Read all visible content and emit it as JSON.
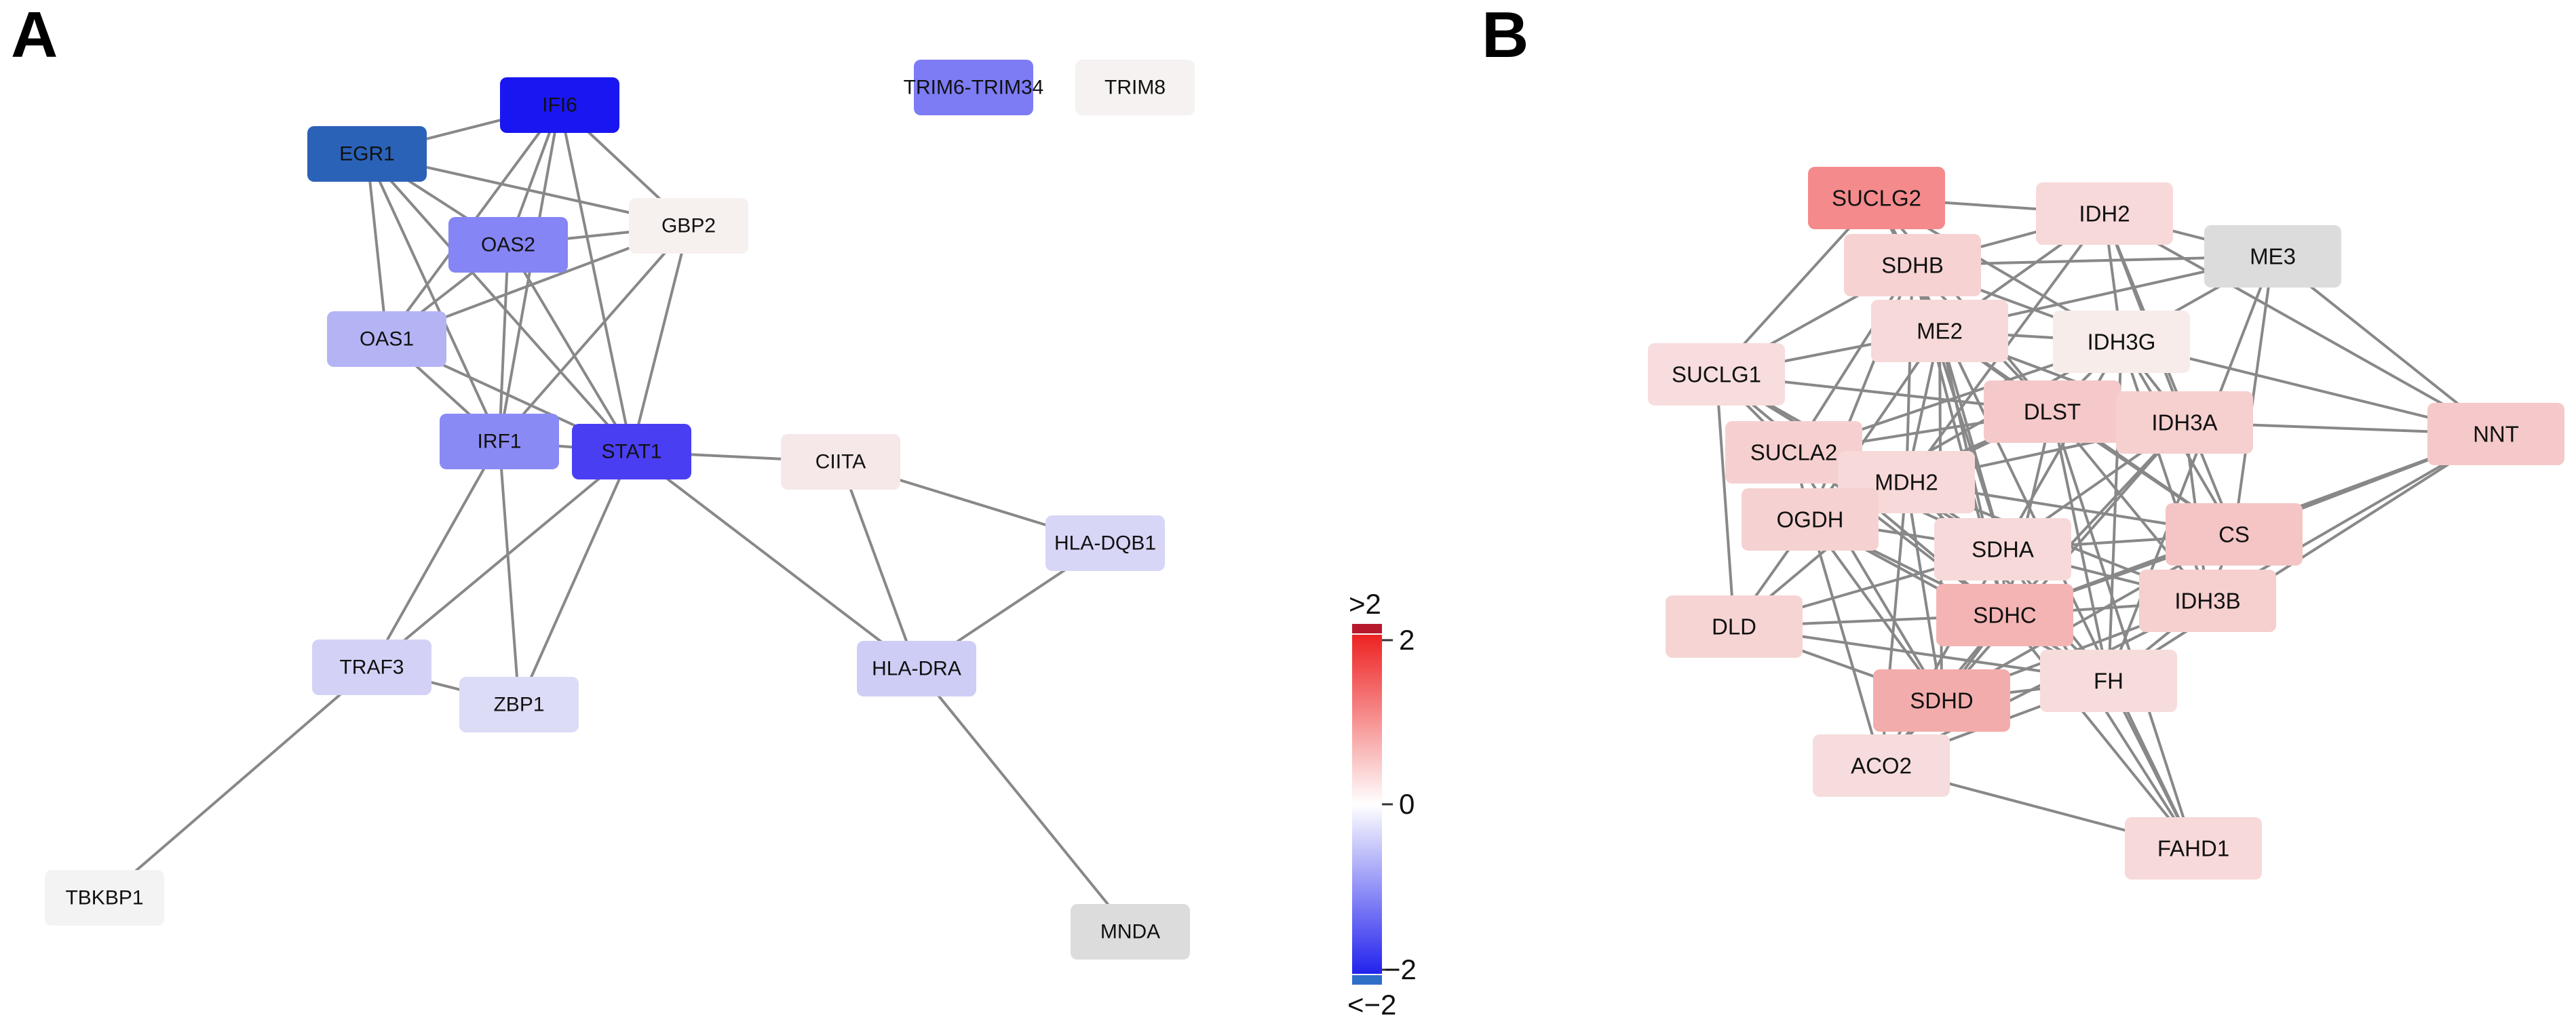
{
  "panels": [
    {
      "label": "A",
      "nodes": [
        {
          "id": "IFI6",
          "color": "#1a16f2"
        },
        {
          "id": "EGR1",
          "color": "#2a62b8"
        },
        {
          "id": "OAS2",
          "color": "#8585f6"
        },
        {
          "id": "GBP2",
          "color": "#f6f0ef"
        },
        {
          "id": "OAS1",
          "color": "#b4b4f5"
        },
        {
          "id": "IRF1",
          "color": "#8a8af5"
        },
        {
          "id": "STAT1",
          "color": "#4a3ef2"
        },
        {
          "id": "CIITA",
          "color": "#f6e8e8"
        },
        {
          "id": "HLA-DQB1",
          "color": "#d7d6f6"
        },
        {
          "id": "TRAF3",
          "color": "#d3d2f6"
        },
        {
          "id": "ZBP1",
          "color": "#dcdcf7"
        },
        {
          "id": "HLA-DRA",
          "color": "#cdcdf5"
        },
        {
          "id": "TBKBP1",
          "color": "#f3f3f3"
        },
        {
          "id": "MNDA",
          "color": "#dcdcdc"
        },
        {
          "id": "TRIM6-TRIM34",
          "color": "#7d7cf5"
        },
        {
          "id": "TRIM8",
          "color": "#f5f2f1"
        }
      ],
      "edges": [
        [
          "EGR1",
          "IFI6"
        ],
        [
          "EGR1",
          "OAS2"
        ],
        [
          "EGR1",
          "GBP2"
        ],
        [
          "EGR1",
          "OAS1"
        ],
        [
          "EGR1",
          "IRF1"
        ],
        [
          "EGR1",
          "STAT1"
        ],
        [
          "IFI6",
          "OAS2"
        ],
        [
          "IFI6",
          "GBP2"
        ],
        [
          "IFI6",
          "OAS1"
        ],
        [
          "IFI6",
          "IRF1"
        ],
        [
          "IFI6",
          "STAT1"
        ],
        [
          "OAS2",
          "GBP2"
        ],
        [
          "OAS2",
          "OAS1"
        ],
        [
          "OAS2",
          "IRF1"
        ],
        [
          "OAS2",
          "STAT1"
        ],
        [
          "GBP2",
          "OAS1"
        ],
        [
          "GBP2",
          "IRF1"
        ],
        [
          "GBP2",
          "STAT1"
        ],
        [
          "OAS1",
          "IRF1"
        ],
        [
          "OAS1",
          "STAT1"
        ],
        [
          "IRF1",
          "STAT1"
        ],
        [
          "IRF1",
          "TRAF3"
        ],
        [
          "IRF1",
          "ZBP1"
        ],
        [
          "STAT1",
          "CIITA"
        ],
        [
          "STAT1",
          "TRAF3"
        ],
        [
          "STAT1",
          "ZBP1"
        ],
        [
          "STAT1",
          "HLA-DRA"
        ],
        [
          "CIITA",
          "HLA-DQB1"
        ],
        [
          "CIITA",
          "HLA-DRA"
        ],
        [
          "HLA-DQB1",
          "HLA-DRA"
        ],
        [
          "HLA-DRA",
          "MNDA"
        ],
        [
          "TRAF3",
          "ZBP1"
        ],
        [
          "TRAF3",
          "TBKBP1"
        ]
      ]
    },
    {
      "label": "B",
      "nodes": [
        {
          "id": "SUCLG2",
          "color": "#f48a8b"
        },
        {
          "id": "IDH2",
          "color": "#f7d9d9"
        },
        {
          "id": "ME3",
          "color": "#dcdcdc"
        },
        {
          "id": "SDHB",
          "color": "#f6d2d2"
        },
        {
          "id": "ME2",
          "color": "#f7d9d9"
        },
        {
          "id": "IDH3G",
          "color": "#f7ecea"
        },
        {
          "id": "SUCLG1",
          "color": "#f7dddd"
        },
        {
          "id": "DLST",
          "color": "#f5c9c9"
        },
        {
          "id": "IDH3A",
          "color": "#f6cfcf"
        },
        {
          "id": "NNT",
          "color": "#f5c9c9"
        },
        {
          "id": "SUCLA2",
          "color": "#f6d0d0"
        },
        {
          "id": "MDH2",
          "color": "#f7d9d9"
        },
        {
          "id": "OGDH",
          "color": "#f6d1d1"
        },
        {
          "id": "SDHA",
          "color": "#f7d9d9"
        },
        {
          "id": "CS",
          "color": "#f5c5c5"
        },
        {
          "id": "DLD",
          "color": "#f6d4d4"
        },
        {
          "id": "SDHC",
          "color": "#f4b4b4"
        },
        {
          "id": "IDH3B",
          "color": "#f6cfcf"
        },
        {
          "id": "SDHD",
          "color": "#f3acac"
        },
        {
          "id": "FH",
          "color": "#f7dcdc"
        },
        {
          "id": "ACO2",
          "color": "#f6dcdc"
        },
        {
          "id": "FAHD1",
          "color": "#f7d9d9"
        }
      ]
    }
  ],
  "colorbar": {
    "labels": {
      "top": ">2",
      "upper": "2",
      "middle": "0",
      "lower": "−2",
      "bottom": "<−2"
    },
    "range": [
      -2,
      2
    ],
    "gradient": [
      "#2222ee",
      "#ffffff",
      "#ee2222"
    ],
    "cap_high": "#b8182c",
    "cap_low": "#2f6fc8"
  }
}
